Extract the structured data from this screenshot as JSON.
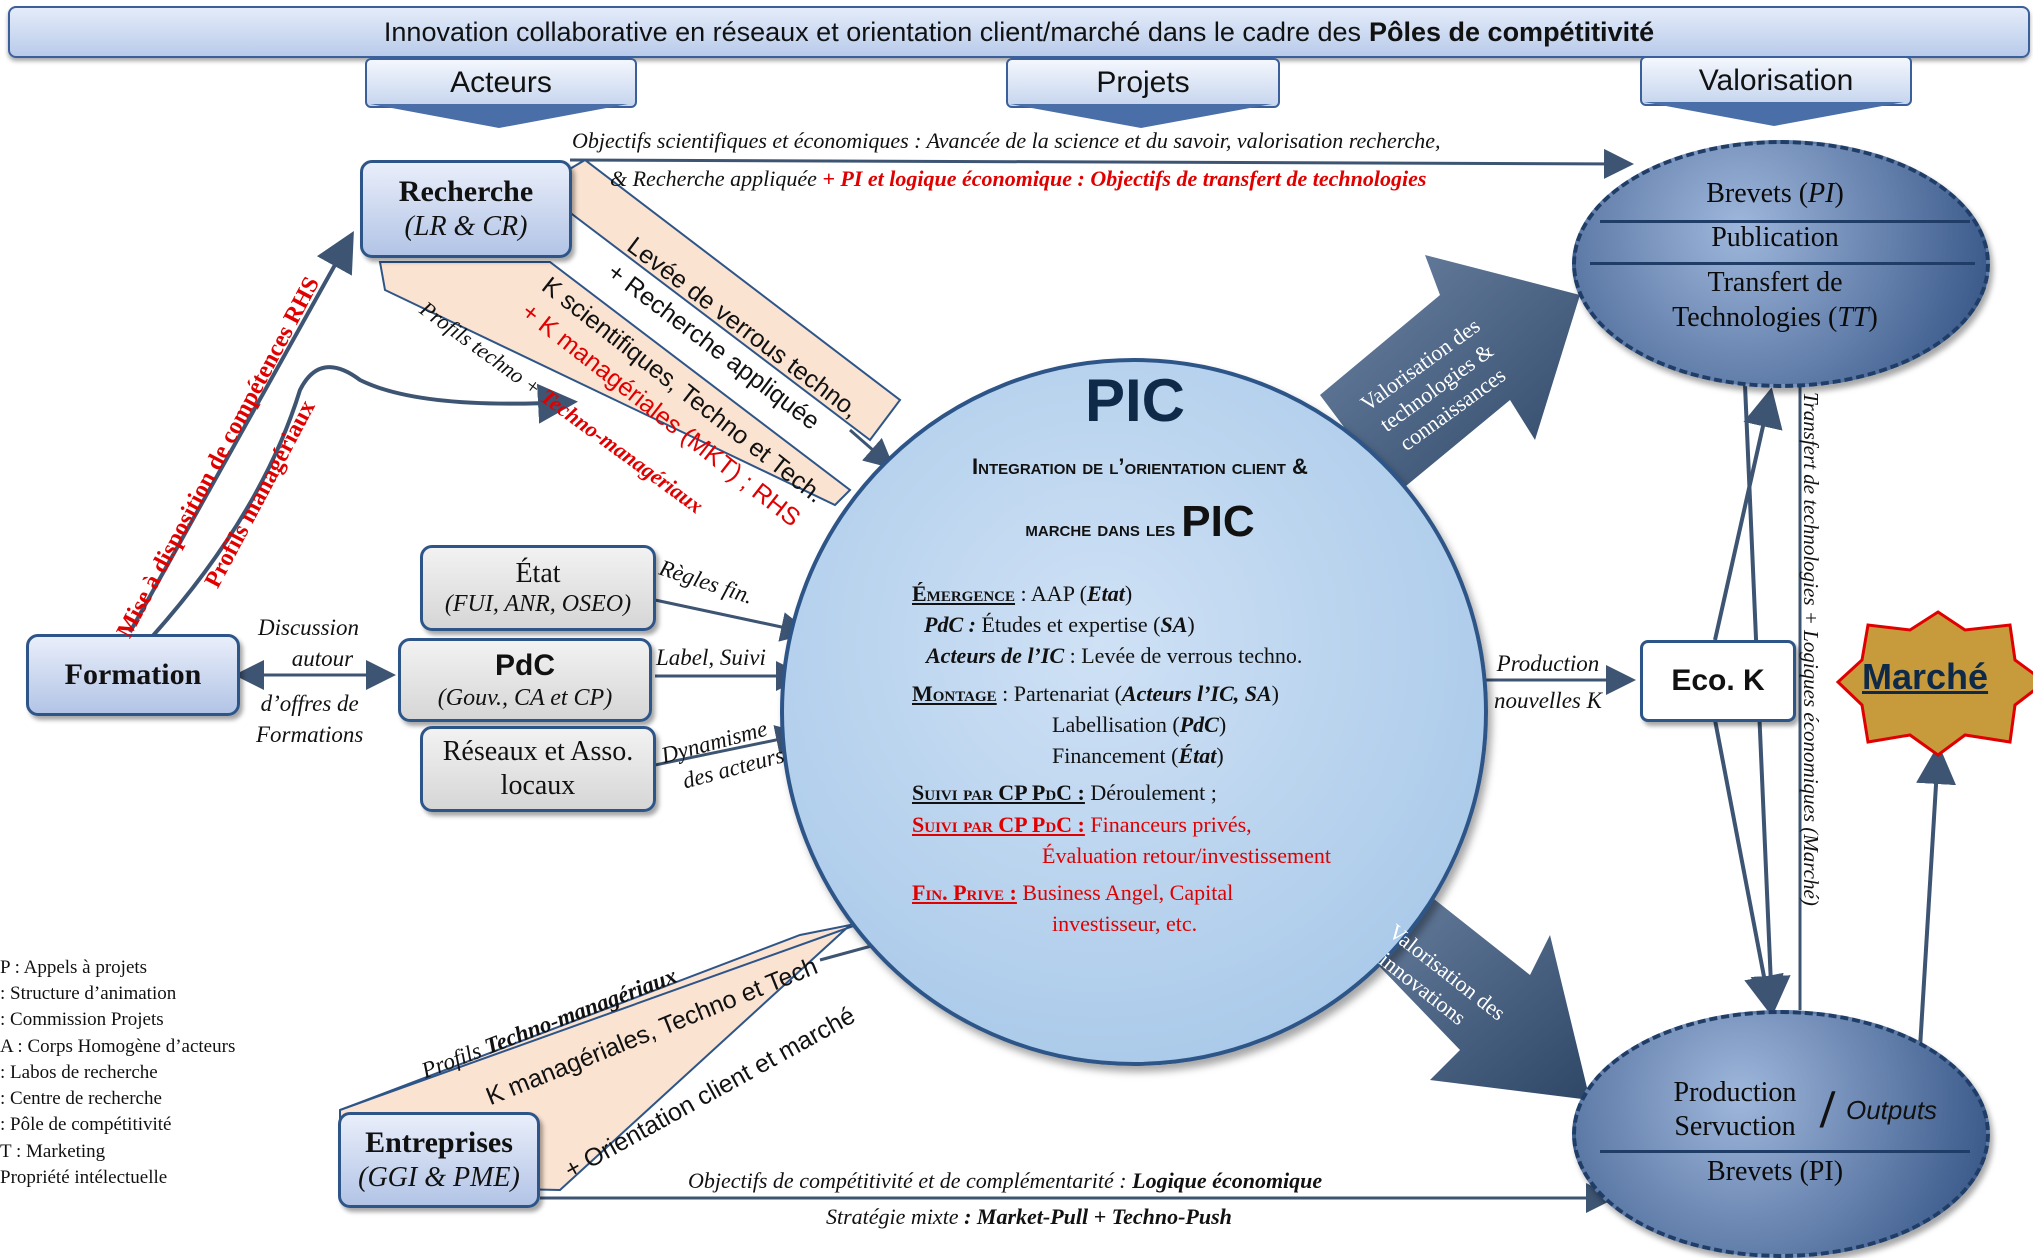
{
  "banner": {
    "text": "Innovation collaborative en réseaux et orientation client/marché dans le cadre des",
    "bold": "Pôles de compétitivité"
  },
  "columns": {
    "acteurs": "Acteurs",
    "projets": "Projets",
    "valorisation": "Valorisation"
  },
  "recherche": {
    "title": "Recherche",
    "sub": "(LR & CR)"
  },
  "etat": {
    "title": "État",
    "sub": "(FUI, ANR, OSEO)"
  },
  "pdc": {
    "title": "PdC",
    "sub": "(Gouv., CA et CP)"
  },
  "reseaux": {
    "title": "Réseaux et Asso. locaux"
  },
  "formation": {
    "title": "Formation"
  },
  "entreprises": {
    "title": "Entreprises",
    "sub": "(GGI & PME)"
  },
  "ecok": {
    "title": "Eco. K"
  },
  "marche": {
    "title": "Marché"
  },
  "top_objective": {
    "line1": "Objectifs scientifiques et économiques : Avancée de la science et du savoir, valorisation recherche,",
    "line2_black": "& Recherche appliquée",
    "line2_red": "+ PI et logique économique : Objectifs de transfert de technologies"
  },
  "bottom_objective": {
    "line1": "Objectifs de compétitivité et de complémentarité :",
    "line1_bold": "Logique économique",
    "line2": "Stratégie mixte",
    "line2_bold": ": Market-Pull + Techno-Push"
  },
  "recherche_arrow": {
    "line1": "Levée de verrous techno,",
    "line2": "+ Recherche appliquée"
  },
  "recherche_k": {
    "line1": "K scientifiques, Techno et Tech.",
    "line2": "+ K managériales (MKT) ; RHS"
  },
  "profils_techno": {
    "black": "Profils techno +",
    "red": "Techno-managériaux"
  },
  "formation_arrow": {
    "red": "Mise à disposition de compétences RHS",
    "red2": "Profils managériaux"
  },
  "discussion": {
    "line1": "Discussion",
    "line2": "autour",
    "line3": "d’offres de",
    "line4": "Formations"
  },
  "regles": "Règles fin.",
  "label_suivi": "Label, Suivi",
  "dynamisme": {
    "line1": "Dynamisme",
    "line2": "des acteurs"
  },
  "entreprises_arrow": {
    "line1": "K managériales, Techno et Tech",
    "line2": "+ Orientation client et marché"
  },
  "profils_tm": {
    "black": "Profils",
    "bold": "Techno-managériaux"
  },
  "valorisation_tech": {
    "line1": "Valorisation des",
    "line2": "technologies &",
    "line3": "connaissances"
  },
  "valorisation_innov": {
    "line1": "Valorisation des",
    "line2": "innovations"
  },
  "production_k": {
    "line1": "Production",
    "line2": "nouvelles K"
  },
  "transfert_label": "Transfert de technologies + Logiques économiques (Marché)",
  "pic": {
    "label": "PIC",
    "subtitle1": "Integration de l’orientation client &",
    "subtitle2": "marche dans les",
    "subtitle_big": "PIC",
    "emergence_h": "Émergence",
    "emergence": " : AAP (",
    "emergence_etat": "Etat",
    "emergence_end": ")",
    "pdc_h": "PdC :",
    "pdc": " Études et expertise (",
    "pdc_sa": "SA",
    "pdc_end": ")",
    "acteurs_h": "Acteurs de l’IC",
    "acteurs": " : Levée de verrous techno.",
    "montage_h": "Montage",
    "montage": " : Partenariat (",
    "montage_b": "Acteurs l’IC, SA",
    "montage_end": ")",
    "label_line": "Labellisation (",
    "label_b": "PdC",
    "label_end": ")",
    "fin_line": "Financement (",
    "fin_b": "État",
    "fin_end": ")",
    "suivi1_h": "Suivi par CP PdC :",
    "suivi1": " Déroulement ;",
    "suivi2_h": "Suivi par CP PdC :",
    "suivi2": " Financeurs privés,",
    "suivi2b": "Évaluation retour/investissement",
    "finprive_h": "Fin. Prive :",
    "finprive": " Business Angel, Capital",
    "finprive_b": "investisseur, etc."
  },
  "valorisation_top": {
    "brevets": "Brevets (",
    "brevets_it": "PI",
    "brevets_end": ")",
    "publication": "Publication",
    "transfert1": "Transfert de",
    "transfert2": "Technologies (",
    "transfert_it": "TT",
    "transfert_end": ")"
  },
  "valorisation_bot": {
    "production": "Production",
    "servuction": "Servuction",
    "outputs": "Outputs",
    "brevets": "Brevets (PI)"
  },
  "legend": [
    "P : Appels à projets",
    ": Structure d’animation",
    ": Commission Projets",
    "A : Corps Homogène d’acteurs",
    ": Labos de recherche",
    ": Centre de recherche",
    " : Pôle de compétitivité",
    "T : Marketing",
    "Propriété intélectuelle"
  ],
  "colors": {
    "border": "#2e5588",
    "red": "#e00000",
    "arrow": "#3d5472",
    "band": "#fbe3d2"
  }
}
